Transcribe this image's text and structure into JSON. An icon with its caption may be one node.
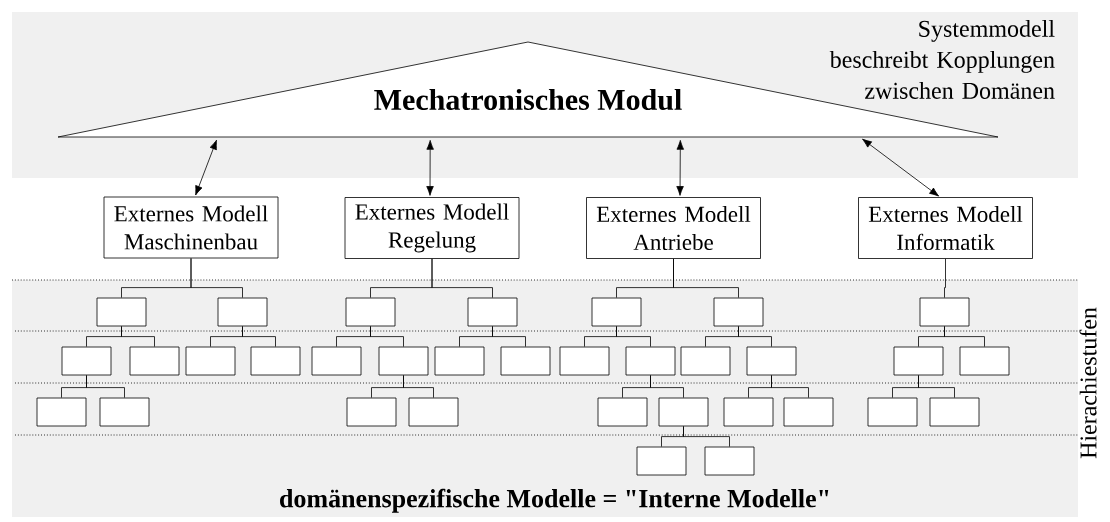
{
  "diagram": {
    "nodes": [
      {
        "text": [
          "Systemmodell beschreibt Kopplungen zwischen Domänen"
        ]
      },
      {
        "text": [
          "Mechatronisches Modul"
        ],
        "in": 0
      },
      {
        "text": [
          "Externes Modell Maschinenbau"
        ]
      },
      {
        "text": [
          "Externes Modell Regelung"
        ]
      },
      {
        "text": [
          "Externes Modell Antriebe"
        ]
      },
      {
        "text": [
          "Externes Modell Informatik"
        ]
      },
      {
        "text": [
          "domänenspezifische Modelle = \"Interne Modelle\""
        ]
      },
      {
        "text": [],
        "shape": "box",
        "in": 6
      },
      {
        "text": [],
        "shape": "box",
        "in": 6
      },
      {
        "text": [],
        "shape": "box",
        "in": 6
      },
      {
        "text": [],
        "shape": "box",
        "in": 6
      },
      {
        "text": [],
        "shape": "box",
        "in": 6
      },
      {
        "text": [],
        "shape": "box",
        "in": 6
      },
      {
        "text": [],
        "shape": "box",
        "in": 6
      },
      {
        "text": [],
        "shape": "box",
        "in": 6
      },
      {
        "text": [],
        "shape": "box",
        "in": 6
      },
      {
        "text": [],
        "shape": "box",
        "in": 6
      },
      {
        "text": [],
        "shape": "box",
        "in": 6
      },
      {
        "text": [],
        "shape": "box",
        "in": 6
      },
      {
        "text": [],
        "shape": "box",
        "in": 6
      },
      {
        "text": [],
        "shape": "box",
        "in": 6
      },
      {
        "text": [],
        "shape": "box",
        "in": 6
      },
      {
        "text": [],
        "shape": "box",
        "in": 6
      },
      {
        "text": [],
        "shape": "box",
        "in": 6
      },
      {
        "text": [],
        "shape": "box",
        "in": 6
      },
      {
        "text": [],
        "shape": "box",
        "in": 6
      },
      {
        "text": [],
        "shape": "box",
        "in": 6
      },
      {
        "text": [],
        "shape": "box",
        "in": 6
      },
      {
        "text": [],
        "shape": "box",
        "in": 6
      },
      {
        "text": [],
        "shape": "box",
        "in": 6
      },
      {
        "text": [],
        "shape": "box",
        "in": 6
      },
      {
        "text": [],
        "shape": "box",
        "in": 6
      },
      {
        "text": [],
        "shape": "box",
        "in": 6
      },
      {
        "text": [],
        "shape": "box",
        "in": 6
      },
      {
        "text": [],
        "shape": "box",
        "in": 6
      },
      {
        "text": [],
        "shape": "box",
        "in": 6
      },
      {
        "text": [],
        "shape": "box",
        "in": 6
      },
      {
        "text": [],
        "shape": "box",
        "in": 6
      },
      {
        "text": [],
        "shape": "box",
        "in": 6
      },
      {
        "text": [],
        "shape": "box",
        "in": 6
      }
    ],
    "edges": [
      {
        "from": 1,
        "to": 2,
        "arrow": "both"
      },
      {
        "from": 1,
        "to": 3,
        "arrow": "both"
      },
      {
        "from": 1,
        "to": 4,
        "arrow": "both"
      },
      {
        "from": 1,
        "to": 5,
        "arrow": "both"
      },
      {
        "from": 2,
        "to": 7,
        "arrow": "none"
      },
      {
        "from": 2,
        "to": 8,
        "arrow": "none"
      },
      {
        "from": 3,
        "to": 9,
        "arrow": "none"
      },
      {
        "from": 3,
        "to": 10,
        "arrow": "none"
      },
      {
        "from": 4,
        "to": 11,
        "arrow": "none"
      },
      {
        "from": 4,
        "to": 12,
        "arrow": "none"
      },
      {
        "from": 5,
        "to": 13,
        "arrow": "none"
      },
      {
        "from": 7,
        "to": 14,
        "arrow": "none"
      },
      {
        "from": 7,
        "to": 15,
        "arrow": "none"
      },
      {
        "from": 8,
        "to": 16,
        "arrow": "none"
      },
      {
        "from": 8,
        "to": 17,
        "arrow": "none"
      },
      {
        "from": 9,
        "to": 18,
        "arrow": "none"
      },
      {
        "from": 9,
        "to": 19,
        "arrow": "none"
      },
      {
        "from": 10,
        "to": 20,
        "arrow": "none"
      },
      {
        "from": 10,
        "to": 21,
        "arrow": "none"
      },
      {
        "from": 11,
        "to": 22,
        "arrow": "none"
      },
      {
        "from": 11,
        "to": 23,
        "arrow": "none"
      },
      {
        "from": 12,
        "to": 24,
        "arrow": "none"
      },
      {
        "from": 12,
        "to": 25,
        "arrow": "none"
      },
      {
        "from": 13,
        "to": 26,
        "arrow": "none"
      },
      {
        "from": 13,
        "to": 27,
        "arrow": "none"
      },
      {
        "from": 14,
        "to": 28,
        "arrow": "none"
      },
      {
        "from": 14,
        "to": 29,
        "arrow": "none"
      },
      {
        "from": 19,
        "to": 30,
        "arrow": "none"
      },
      {
        "from": 19,
        "to": 31,
        "arrow": "none"
      },
      {
        "from": 23,
        "to": 32,
        "arrow": "none"
      },
      {
        "from": 23,
        "to": 33,
        "arrow": "none"
      },
      {
        "from": 25,
        "to": 34,
        "arrow": "none"
      },
      {
        "from": 25,
        "to": 35,
        "arrow": "none"
      },
      {
        "from": 26,
        "to": 36,
        "arrow": "none"
      },
      {
        "from": 26,
        "to": 37,
        "arrow": "none"
      },
      {
        "from": 33,
        "to": 38,
        "arrow": "none"
      },
      {
        "from": 33,
        "to": 39,
        "arrow": "none"
      }
    ],
    "labels": [
      "Hierachiestufen"
    ]
  }
}
